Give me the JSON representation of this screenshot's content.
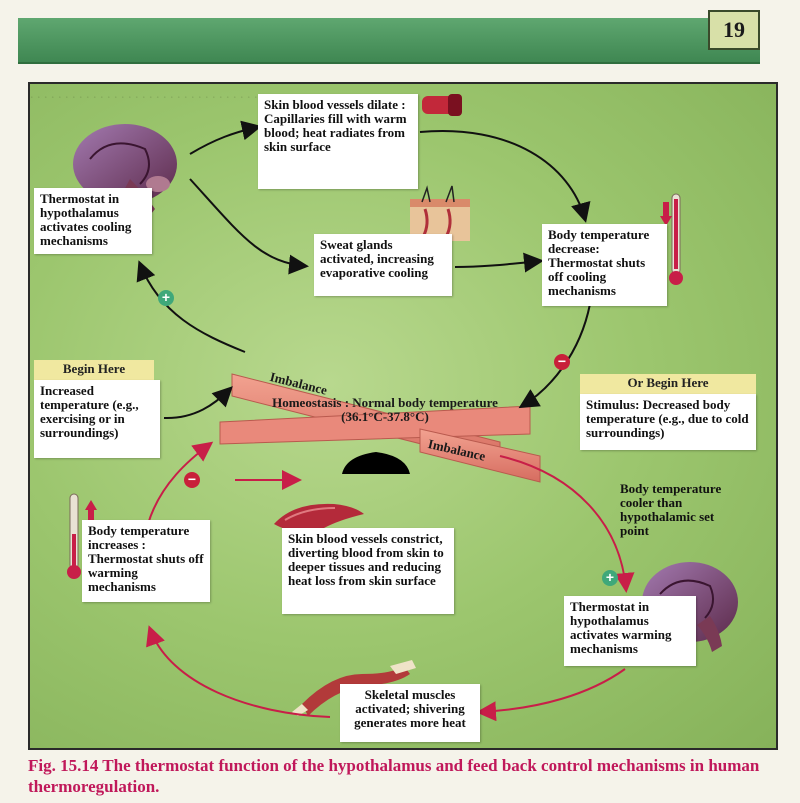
{
  "page": {
    "number": "19"
  },
  "boxes": {
    "skin_dilate": "Skin blood vessels dilate : Capillaries fill with warm blood; heat radiates from skin surface",
    "thermostat_cool": "Thermostat in hypothalamus activates cooling mechanisms",
    "sweat": "Sweat glands activated, increasing evaporative cooling",
    "temp_decrease": "Body temperature decrease: Thermostat shuts off cooling mechanisms",
    "increased_temp": "Increased temperature (e.g., exercising or in surroundings)",
    "stimulus": "Stimulus: Decreased body temperature (e.g., due to cold surroundings)",
    "cooler": "Body temperature cooler than hypothalamic set point",
    "temp_increases": "Body temperature increases : Thermostat shuts off warming mechanisms",
    "skin_constrict": "Skin blood vessels constrict, diverting blood from skin to deeper tissues and reducing heat loss from skin surface",
    "thermostat_warm": "Thermostat in hypothalamus activates warming mechanisms",
    "muscles": "Skeletal muscles activated; shivering generates more heat"
  },
  "tabs": {
    "begin_here": "Begin Here",
    "or_begin_here": "Or Begin Here"
  },
  "balance": {
    "imbalance_top": "Imbalance",
    "imbalance_bottom": "Imbalance",
    "homeostasis": "Homeostasis : Normal body temperature (36.1°C-37.8°C)"
  },
  "signs": {
    "minus": "−",
    "plus": "+"
  },
  "caption": "Fig. 15.14 The thermostat function of the hypothalamus and feed back control mechanisms in human thermoregulation.",
  "colors": {
    "header": "#4f9a62",
    "background": "#9cc66e",
    "plank": "#e8877a",
    "cycle_top_arrow": "#111111",
    "cycle_bottom_arrow": "#c81e48",
    "caption": "#c0185a"
  }
}
